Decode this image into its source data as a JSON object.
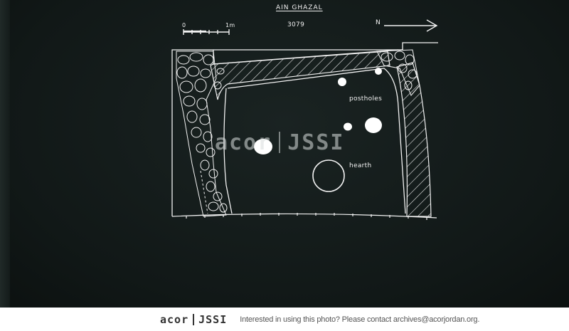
{
  "plan": {
    "site_title": "AIN GHAZAL",
    "plan_number": "3079",
    "north_letter": "N",
    "scale_zero": "0",
    "scale_max": "1m",
    "label_postholes": "postholes",
    "label_hearth": "hearth"
  },
  "watermark": {
    "logo_left": "acor",
    "logo_right": "JSSI"
  },
  "footer": {
    "logo_left": "acor",
    "logo_right": "JSSI",
    "notice": "Interested in using this photo? Please contact archives@acorjordan.org."
  },
  "colors": {
    "background": "#111817",
    "linework": "#f2f2f2",
    "footer_bg": "#ffffff",
    "footer_text": "#555555"
  }
}
